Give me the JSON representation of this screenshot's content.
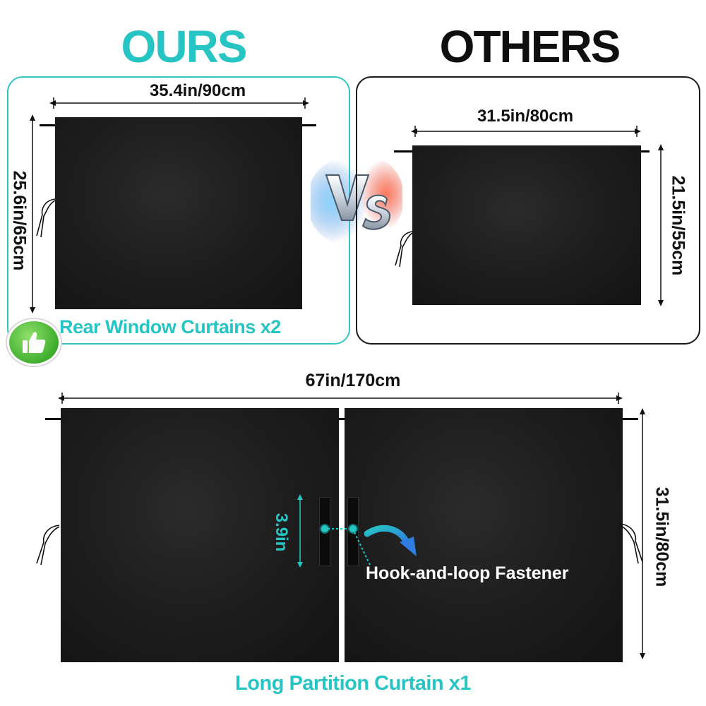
{
  "ours": {
    "title": "OURS",
    "width_label": "35.4in/90cm",
    "height_label": "25.6in/65cm",
    "caption": "Rear Window Curtains x2"
  },
  "versus": {
    "text": "VS"
  },
  "others": {
    "title": "OTHERS",
    "width_label": "31.5in/80cm",
    "height_label": "21.5in/55cm"
  },
  "partition": {
    "width_label": "67in/170cm",
    "height_label": "31.5in/80cm",
    "strip_label": "3.9in",
    "fastener_label": "Hook-and-loop Fastener",
    "caption": "Long Partition Curtain x1"
  },
  "colors": {
    "teal": "#27c4c4",
    "black": "#0f0f0f",
    "thumb_green": "#3fae2f",
    "curtain": "#1c1c1c"
  },
  "icons": [
    "thumbs-up-icon",
    "arrow-icon",
    "vs-badge"
  ]
}
